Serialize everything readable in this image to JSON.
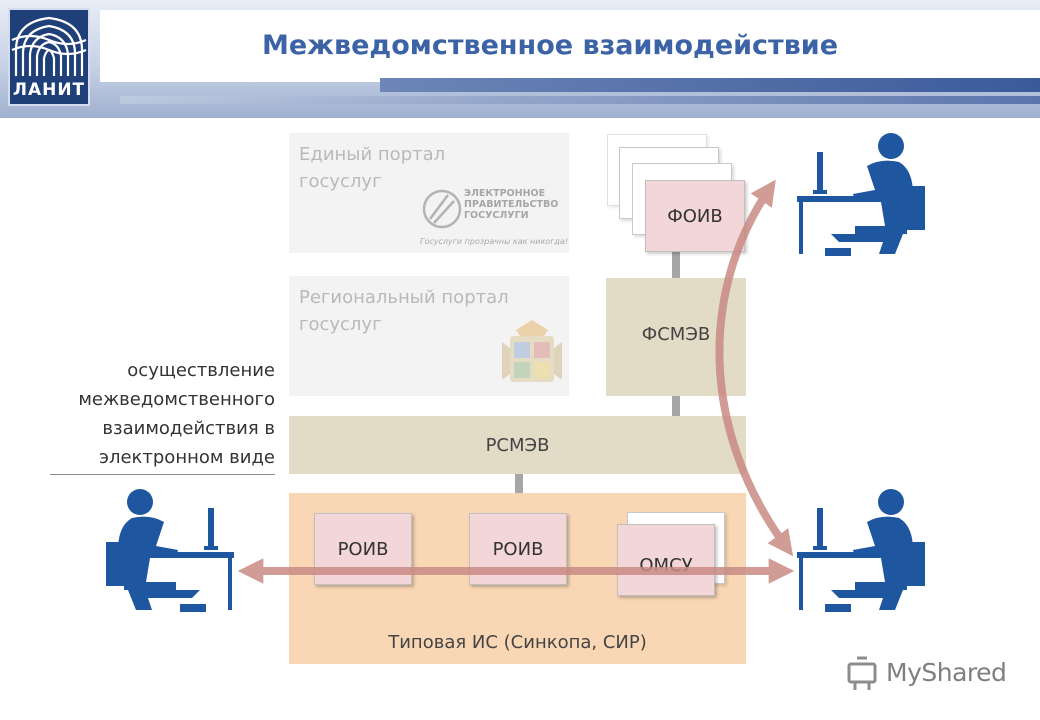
{
  "header": {
    "logo_text": "ЛАНИТ",
    "title": "Межведомственное взаимодействие"
  },
  "portals": {
    "unified": {
      "label": "Единый портал госуслуг",
      "logo_text": "ЭЛЕКТРОННОЕ ПРАВИТЕЛЬСТВО ГОСУСЛУГИ",
      "logo_tagline": "Госуслуги прозрачны как никогда!"
    },
    "regional": {
      "label": "Региональный портал госуслуг"
    }
  },
  "federal": {
    "foiv": "ФОИВ",
    "fsmev": "ФСМЭВ"
  },
  "regional_bus": "РСМЭВ",
  "typical_is": {
    "label": "Типовая ИС (Синкопа, СИР)",
    "roiv_1": "РОИВ",
    "roiv_2": "РОИВ",
    "omsu": "ОМСУ"
  },
  "side_note": "осуществление межведомственного взаимодействия в электронном виде",
  "watermark": "MyShared",
  "colors": {
    "title": "#3c63a6",
    "person": "#1f56a0",
    "arrow": "#c98a84",
    "bus": "#e2dcc7",
    "typical": "#f9d7b5",
    "agency": "#f3d6d8"
  }
}
